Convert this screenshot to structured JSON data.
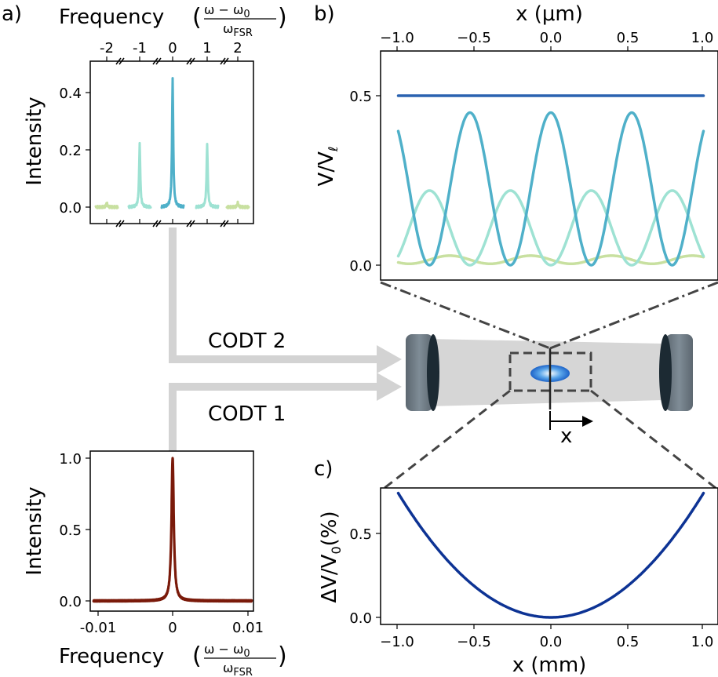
{
  "panels": {
    "a": "a)",
    "b": "b)",
    "c": "c)"
  },
  "colors": {
    "beam_arrow": "#d3d3d3",
    "order0": "#4fb0c9",
    "order1": "#9ee2d3",
    "order2": "#c8e0a0",
    "static": "#2a62b0",
    "red_spectrum": "#7a1a0a",
    "curve_c": "#0d3394",
    "mirror": "#6d7b86"
  },
  "top_spectrum": {
    "x_title": "Frequency",
    "frac_num": "ω − ω",
    "frac_num_sub": "0",
    "frac_den": "ω",
    "frac_den_sub": "FSR",
    "y_title": "Intensity",
    "x_ticks": [
      "-2",
      "-1",
      "0",
      "1",
      "2"
    ],
    "y_ticks": [
      "0.0",
      "0.2",
      "0.4"
    ]
  },
  "bottom_spectrum": {
    "x_title": "Frequency",
    "frac_num": "ω − ω",
    "frac_num_sub": "0",
    "frac_den": "ω",
    "frac_den_sub": "FSR",
    "y_title": "Intensity",
    "x_ticks": [
      "-0.01",
      "0",
      "0.01"
    ],
    "y_ticks": [
      "0.0",
      "0.5",
      "1.0"
    ]
  },
  "beams": {
    "codt2": "CODT 2",
    "codt1": "CODT 1",
    "axis_label": "x"
  },
  "panel_b": {
    "x_title": "x (μm)",
    "y_title": "V/V",
    "y_title_sub": "ℓ",
    "x_ticks": [
      "−1.0",
      "−0.5",
      "0.0",
      "0.5",
      "1.0"
    ],
    "y_ticks": [
      "0.0",
      "0.5"
    ]
  },
  "panel_c": {
    "x_title": "x (mm)",
    "y_title": "ΔV/V",
    "y_title_sub": "0",
    "y_title_unit": "(%)",
    "x_ticks": [
      "−1.0",
      "−0.5",
      "0.0",
      "0.5",
      "1.0"
    ],
    "y_ticks": [
      "0.0",
      "0.5"
    ]
  },
  "chart_data": [
    {
      "type": "line",
      "panel": "a-top",
      "xlabel": "Frequency (ω − ω0)/ωFSR",
      "ylabel": "Intensity",
      "x_ticks": [
        -2,
        -1,
        0,
        1,
        2
      ],
      "ylim": [
        -0.03,
        0.5
      ],
      "series": [
        {
          "order": 0,
          "peak_x": 0,
          "peak_y": 0.45
        },
        {
          "order": -1,
          "peak_x": -1,
          "peak_y": 0.22
        },
        {
          "order": 1,
          "peak_x": 1,
          "peak_y": 0.22
        },
        {
          "order": -2,
          "peak_x": -2,
          "peak_y": 0.015
        },
        {
          "order": 2,
          "peak_x": 2,
          "peak_y": 0.015
        }
      ]
    },
    {
      "type": "line",
      "panel": "a-bottom",
      "xlabel": "Frequency (ω − ω0)/ωFSR",
      "ylabel": "Intensity",
      "xlim": [
        -0.011,
        0.011
      ],
      "ylim": [
        -0.03,
        1.05
      ],
      "series": [
        {
          "peak_x": 0,
          "peak_y": 1.0
        }
      ]
    },
    {
      "type": "line",
      "panel": "b",
      "xlabel": "x (μm)",
      "ylabel": "V/Vℓ",
      "xlim": [
        -1.1,
        1.1
      ],
      "ylim": [
        -0.05,
        0.63
      ],
      "series": [
        {
          "component": "static",
          "value": 0.5
        },
        {
          "component": "order1",
          "amplitude": 0.22,
          "period_um": 0.53
        },
        {
          "component": "order2",
          "amplitude": 0.012,
          "period_um": 0.53
        },
        {
          "component": "order0",
          "amplitude": 0.45,
          "period_um": 0.53
        }
      ]
    },
    {
      "type": "line",
      "panel": "c",
      "xlabel": "x (mm)",
      "ylabel": "ΔV/V0(%)",
      "xlim": [
        -1.1,
        1.1
      ],
      "ylim": [
        -0.05,
        0.78
      ],
      "series": [
        {
          "shape": "parabola",
          "value_at_edge": 0.74
        }
      ]
    }
  ]
}
